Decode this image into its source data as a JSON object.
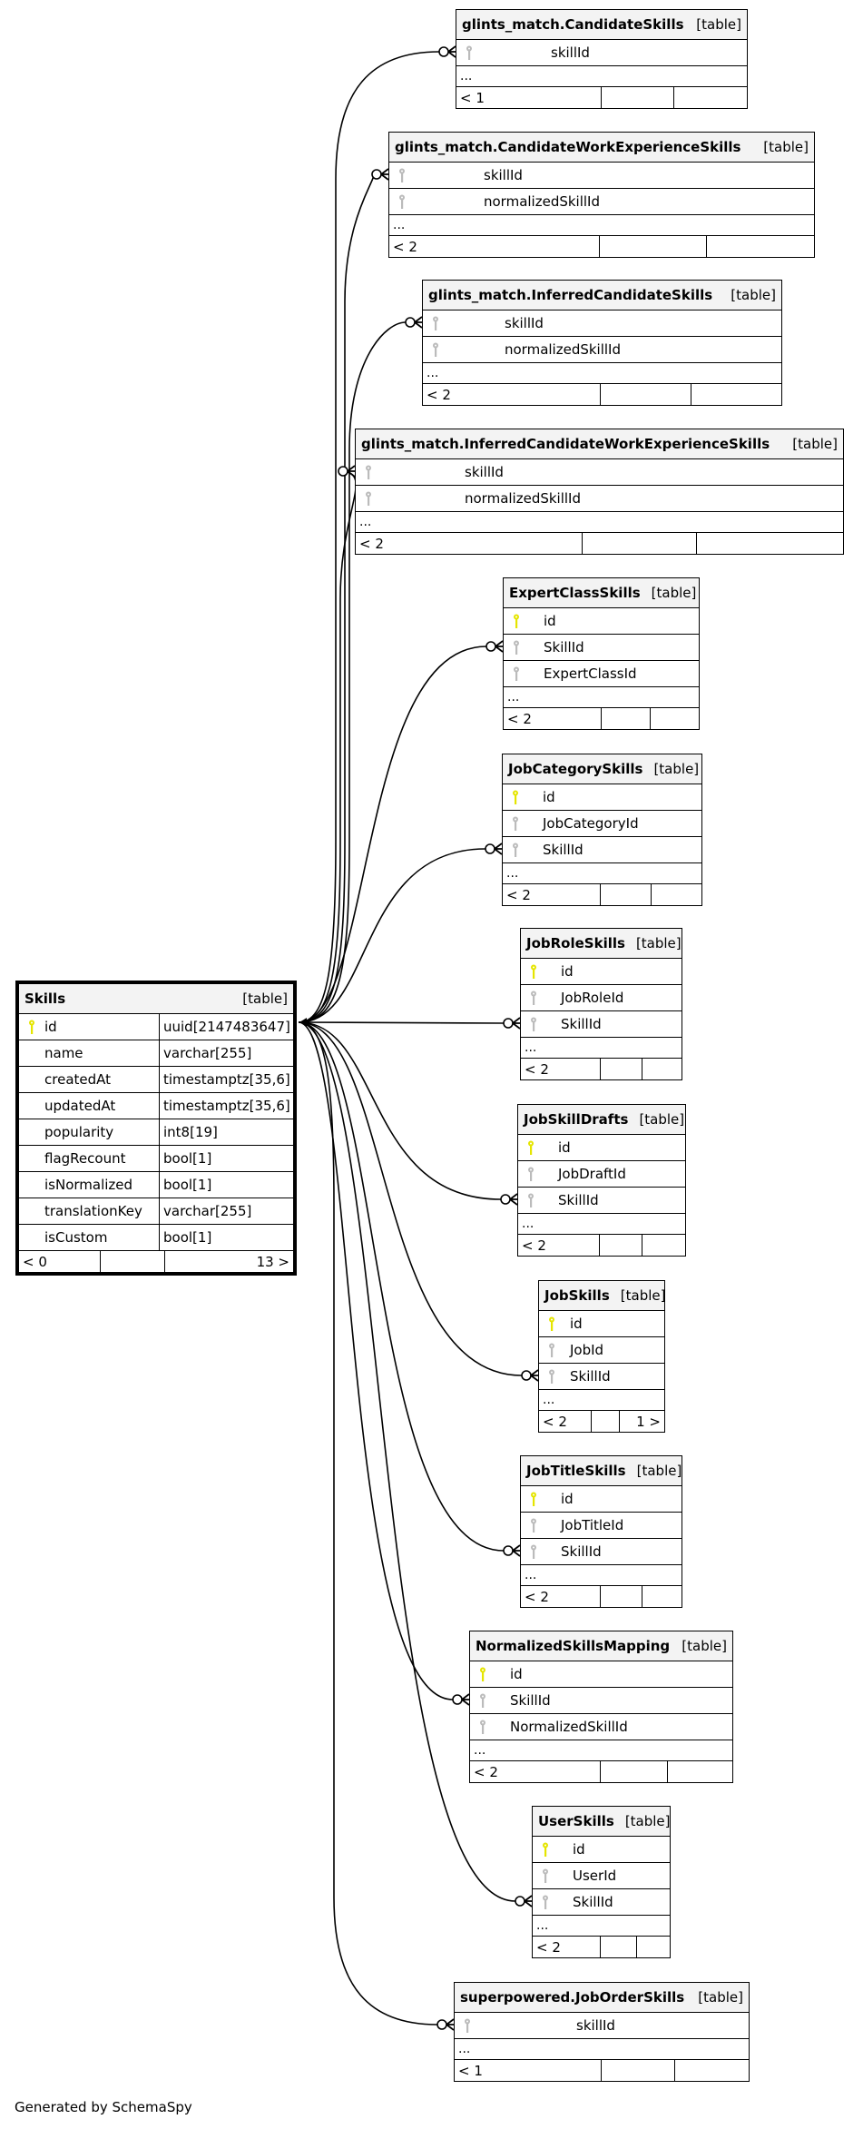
{
  "colors": {
    "primary_key": "#e5e500",
    "foreign_key": "#bbbbbb",
    "header_bg": "#f3f3f3",
    "line": "#000000"
  },
  "main_table": {
    "name": "Skills",
    "type_label": "[table]",
    "columns": [
      {
        "name": "id",
        "type": "uuid[2147483647]",
        "key": "primary"
      },
      {
        "name": "name",
        "type": "varchar[255]",
        "key": "none"
      },
      {
        "name": "createdAt",
        "type": "timestamptz[35,6]",
        "key": "none"
      },
      {
        "name": "updatedAt",
        "type": "timestamptz[35,6]",
        "key": "none"
      },
      {
        "name": "popularity",
        "type": "int8[19]",
        "key": "none"
      },
      {
        "name": "flagRecount",
        "type": "bool[1]",
        "key": "none"
      },
      {
        "name": "isNormalized",
        "type": "bool[1]",
        "key": "none"
      },
      {
        "name": "translationKey",
        "type": "varchar[255]",
        "key": "none"
      },
      {
        "name": "isCustom",
        "type": "bool[1]",
        "key": "none"
      }
    ],
    "footer": {
      "parents": "< 0",
      "middle": "",
      "children": "13 >"
    }
  },
  "related_tables": [
    {
      "id": "t0",
      "name": "glints_match.CandidateSkills",
      "type_label": "[table]",
      "columns": [
        {
          "name": "skillId",
          "key": "foreign"
        }
      ],
      "link_row": 0,
      "more": "...",
      "footer": {
        "parents": "< 1",
        "middle": "",
        "children": ""
      }
    },
    {
      "id": "t1",
      "name": "glints_match.CandidateWorkExperienceSkills",
      "type_label": "[table]",
      "columns": [
        {
          "name": "skillId",
          "key": "foreign"
        },
        {
          "name": "normalizedSkillId",
          "key": "foreign"
        }
      ],
      "link_row": 0,
      "more": "...",
      "footer": {
        "parents": "< 2",
        "middle": "",
        "children": ""
      }
    },
    {
      "id": "t2",
      "name": "glints_match.InferredCandidateSkills",
      "type_label": "[table]",
      "columns": [
        {
          "name": "skillId",
          "key": "foreign"
        },
        {
          "name": "normalizedSkillId",
          "key": "foreign"
        }
      ],
      "link_row": 0,
      "more": "...",
      "footer": {
        "parents": "< 2",
        "middle": "",
        "children": ""
      }
    },
    {
      "id": "t3",
      "name": "glints_match.InferredCandidateWorkExperienceSkills",
      "type_label": "[table]",
      "columns": [
        {
          "name": "skillId",
          "key": "foreign"
        },
        {
          "name": "normalizedSkillId",
          "key": "foreign"
        }
      ],
      "link_row": 0,
      "more": "...",
      "footer": {
        "parents": "< 2",
        "middle": "",
        "children": ""
      }
    },
    {
      "id": "t4",
      "name": "ExpertClassSkills",
      "type_label": "[table]",
      "columns": [
        {
          "name": "id",
          "key": "primary"
        },
        {
          "name": "SkillId",
          "key": "foreign"
        },
        {
          "name": "ExpertClassId",
          "key": "foreign"
        }
      ],
      "link_row": 1,
      "more": "...",
      "footer": {
        "parents": "< 2",
        "middle": "",
        "children": ""
      }
    },
    {
      "id": "t5",
      "name": "JobCategorySkills",
      "type_label": "[table]",
      "columns": [
        {
          "name": "id",
          "key": "primary"
        },
        {
          "name": "JobCategoryId",
          "key": "foreign"
        },
        {
          "name": "SkillId",
          "key": "foreign"
        }
      ],
      "link_row": 2,
      "more": "...",
      "footer": {
        "parents": "< 2",
        "middle": "",
        "children": ""
      }
    },
    {
      "id": "t6",
      "name": "JobRoleSkills",
      "type_label": "[table]",
      "columns": [
        {
          "name": "id",
          "key": "primary"
        },
        {
          "name": "JobRoleId",
          "key": "foreign"
        },
        {
          "name": "SkillId",
          "key": "foreign"
        }
      ],
      "link_row": 2,
      "more": "...",
      "footer": {
        "parents": "< 2",
        "middle": "",
        "children": ""
      }
    },
    {
      "id": "t7",
      "name": "JobSkillDrafts",
      "type_label": "[table]",
      "columns": [
        {
          "name": "id",
          "key": "primary"
        },
        {
          "name": "JobDraftId",
          "key": "foreign"
        },
        {
          "name": "SkillId",
          "key": "foreign"
        }
      ],
      "link_row": 2,
      "more": "...",
      "footer": {
        "parents": "< 2",
        "middle": "",
        "children": ""
      }
    },
    {
      "id": "t8",
      "name": "JobSkills",
      "type_label": "[table]",
      "columns": [
        {
          "name": "id",
          "key": "primary"
        },
        {
          "name": "JobId",
          "key": "foreign"
        },
        {
          "name": "SkillId",
          "key": "foreign"
        }
      ],
      "link_row": 2,
      "more": "...",
      "footer": {
        "parents": "< 2",
        "middle": "",
        "children": "1 >"
      }
    },
    {
      "id": "t9",
      "name": "JobTitleSkills",
      "type_label": "[table]",
      "columns": [
        {
          "name": "id",
          "key": "primary"
        },
        {
          "name": "JobTitleId",
          "key": "foreign"
        },
        {
          "name": "SkillId",
          "key": "foreign"
        }
      ],
      "link_row": 2,
      "more": "...",
      "footer": {
        "parents": "< 2",
        "middle": "",
        "children": ""
      }
    },
    {
      "id": "t10",
      "name": "NormalizedSkillsMapping",
      "type_label": "[table]",
      "columns": [
        {
          "name": "id",
          "key": "primary"
        },
        {
          "name": "SkillId",
          "key": "foreign"
        },
        {
          "name": "NormalizedSkillId",
          "key": "foreign"
        }
      ],
      "link_row": 1,
      "more": "...",
      "footer": {
        "parents": "< 2",
        "middle": "",
        "children": ""
      }
    },
    {
      "id": "t11",
      "name": "UserSkills",
      "type_label": "[table]",
      "columns": [
        {
          "name": "id",
          "key": "primary"
        },
        {
          "name": "UserId",
          "key": "foreign"
        },
        {
          "name": "SkillId",
          "key": "foreign"
        }
      ],
      "link_row": 2,
      "more": "...",
      "footer": {
        "parents": "< 2",
        "middle": "",
        "children": ""
      }
    },
    {
      "id": "t12",
      "name": "superpowered.JobOrderSkills",
      "type_label": "[table]",
      "columns": [
        {
          "name": "skillId",
          "key": "foreign"
        }
      ],
      "link_row": 0,
      "more": "...",
      "footer": {
        "parents": "< 1",
        "middle": "",
        "children": ""
      }
    }
  ],
  "footer_note": "Generated by SchemaSpy"
}
